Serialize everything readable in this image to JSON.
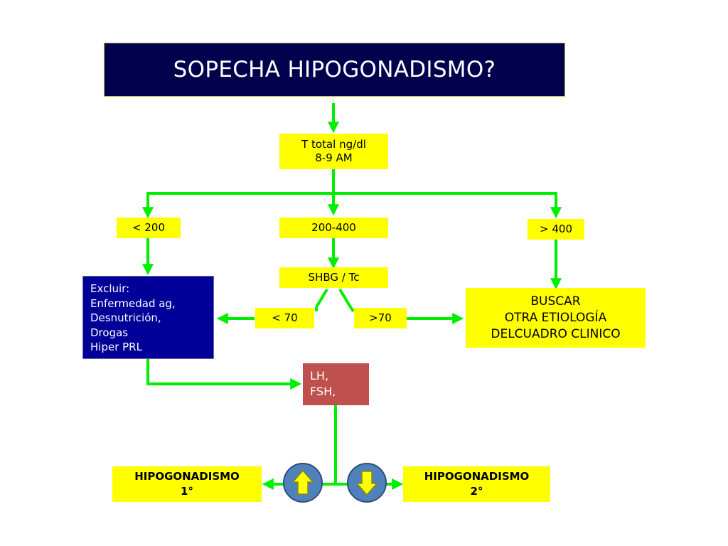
{
  "title": "SOPECHA HIPOGONADISMO?",
  "nodes": {
    "t_total": {
      "line1": "T total ng/dl",
      "line2": "8-9 AM"
    },
    "lt200": "< 200",
    "range": "200-400",
    "gt400": "> 400",
    "shbg": "SHBG / Tc",
    "lt70": "< 70",
    "gt70": ">70",
    "excluir": [
      "Excluir:",
      "Enfermedad ag,",
      "Desnutrición,",
      "Drogas",
      "Hiper PRL"
    ],
    "buscar": [
      "BUSCAR",
      "OTRA ETIOLOGÍA",
      "DELCUADRO CLINICO"
    ],
    "lh_fsh": [
      "LH,",
      "FSH,"
    ],
    "hipo1": {
      "line1": "HIPOGONADISMO",
      "line2": "1°"
    },
    "hipo2": {
      "line1": "HIPOGONADISMO",
      "line2": "2°"
    }
  },
  "icons": {
    "up": "up-arrow-circle",
    "down": "down-arrow-circle"
  },
  "colors": {
    "title_bg": "#00004d",
    "box_yellow": "#ffff00",
    "box_blue": "#000099",
    "box_red": "#c0504d",
    "connector": "#00ee00",
    "circle": "#4f81bd"
  }
}
